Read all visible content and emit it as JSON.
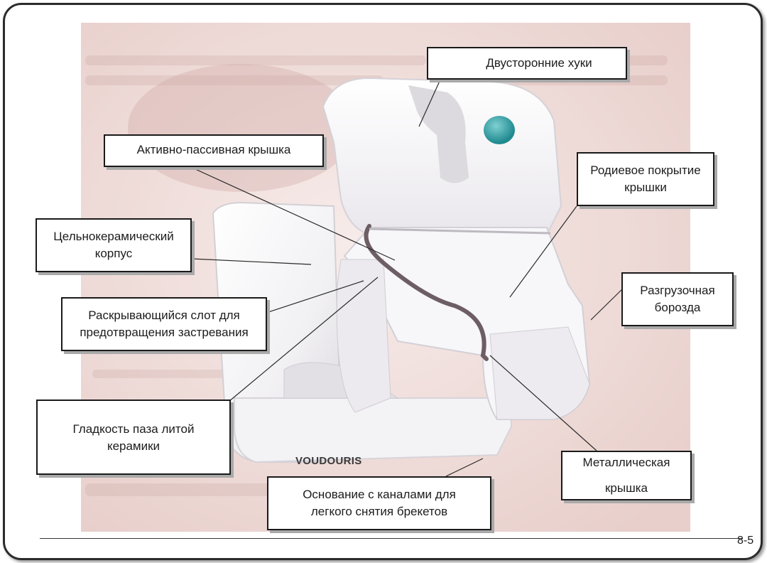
{
  "labels": {
    "hooks": "Двусторонние хуки",
    "active_passive_clip": "Активно-пассивная крышка",
    "rhodium_coating": [
      "Родиевое покрытие",
      "крышки"
    ],
    "ceramic_body": [
      "Цельнокерамический",
      "корпус"
    ],
    "relief_groove": [
      "Разгрузочная",
      "борозда"
    ],
    "flared_slot": [
      "Раскрывающийся слот для",
      "предотвращения застревания"
    ],
    "smooth_slot": [
      "Гладкость паза литой",
      "керамики"
    ],
    "metal_clip": [
      "Металлическая",
      "крышка"
    ],
    "channel_base": [
      "Основание с каналами для",
      "легкого снятия брекетов"
    ]
  },
  "brand": "VOUDOURIS",
  "slide_number": "8-5",
  "colors": {
    "frame": "#2b2b2b",
    "background_tint": "#efd9d6",
    "pearl_dot": "#2a9aa0"
  }
}
